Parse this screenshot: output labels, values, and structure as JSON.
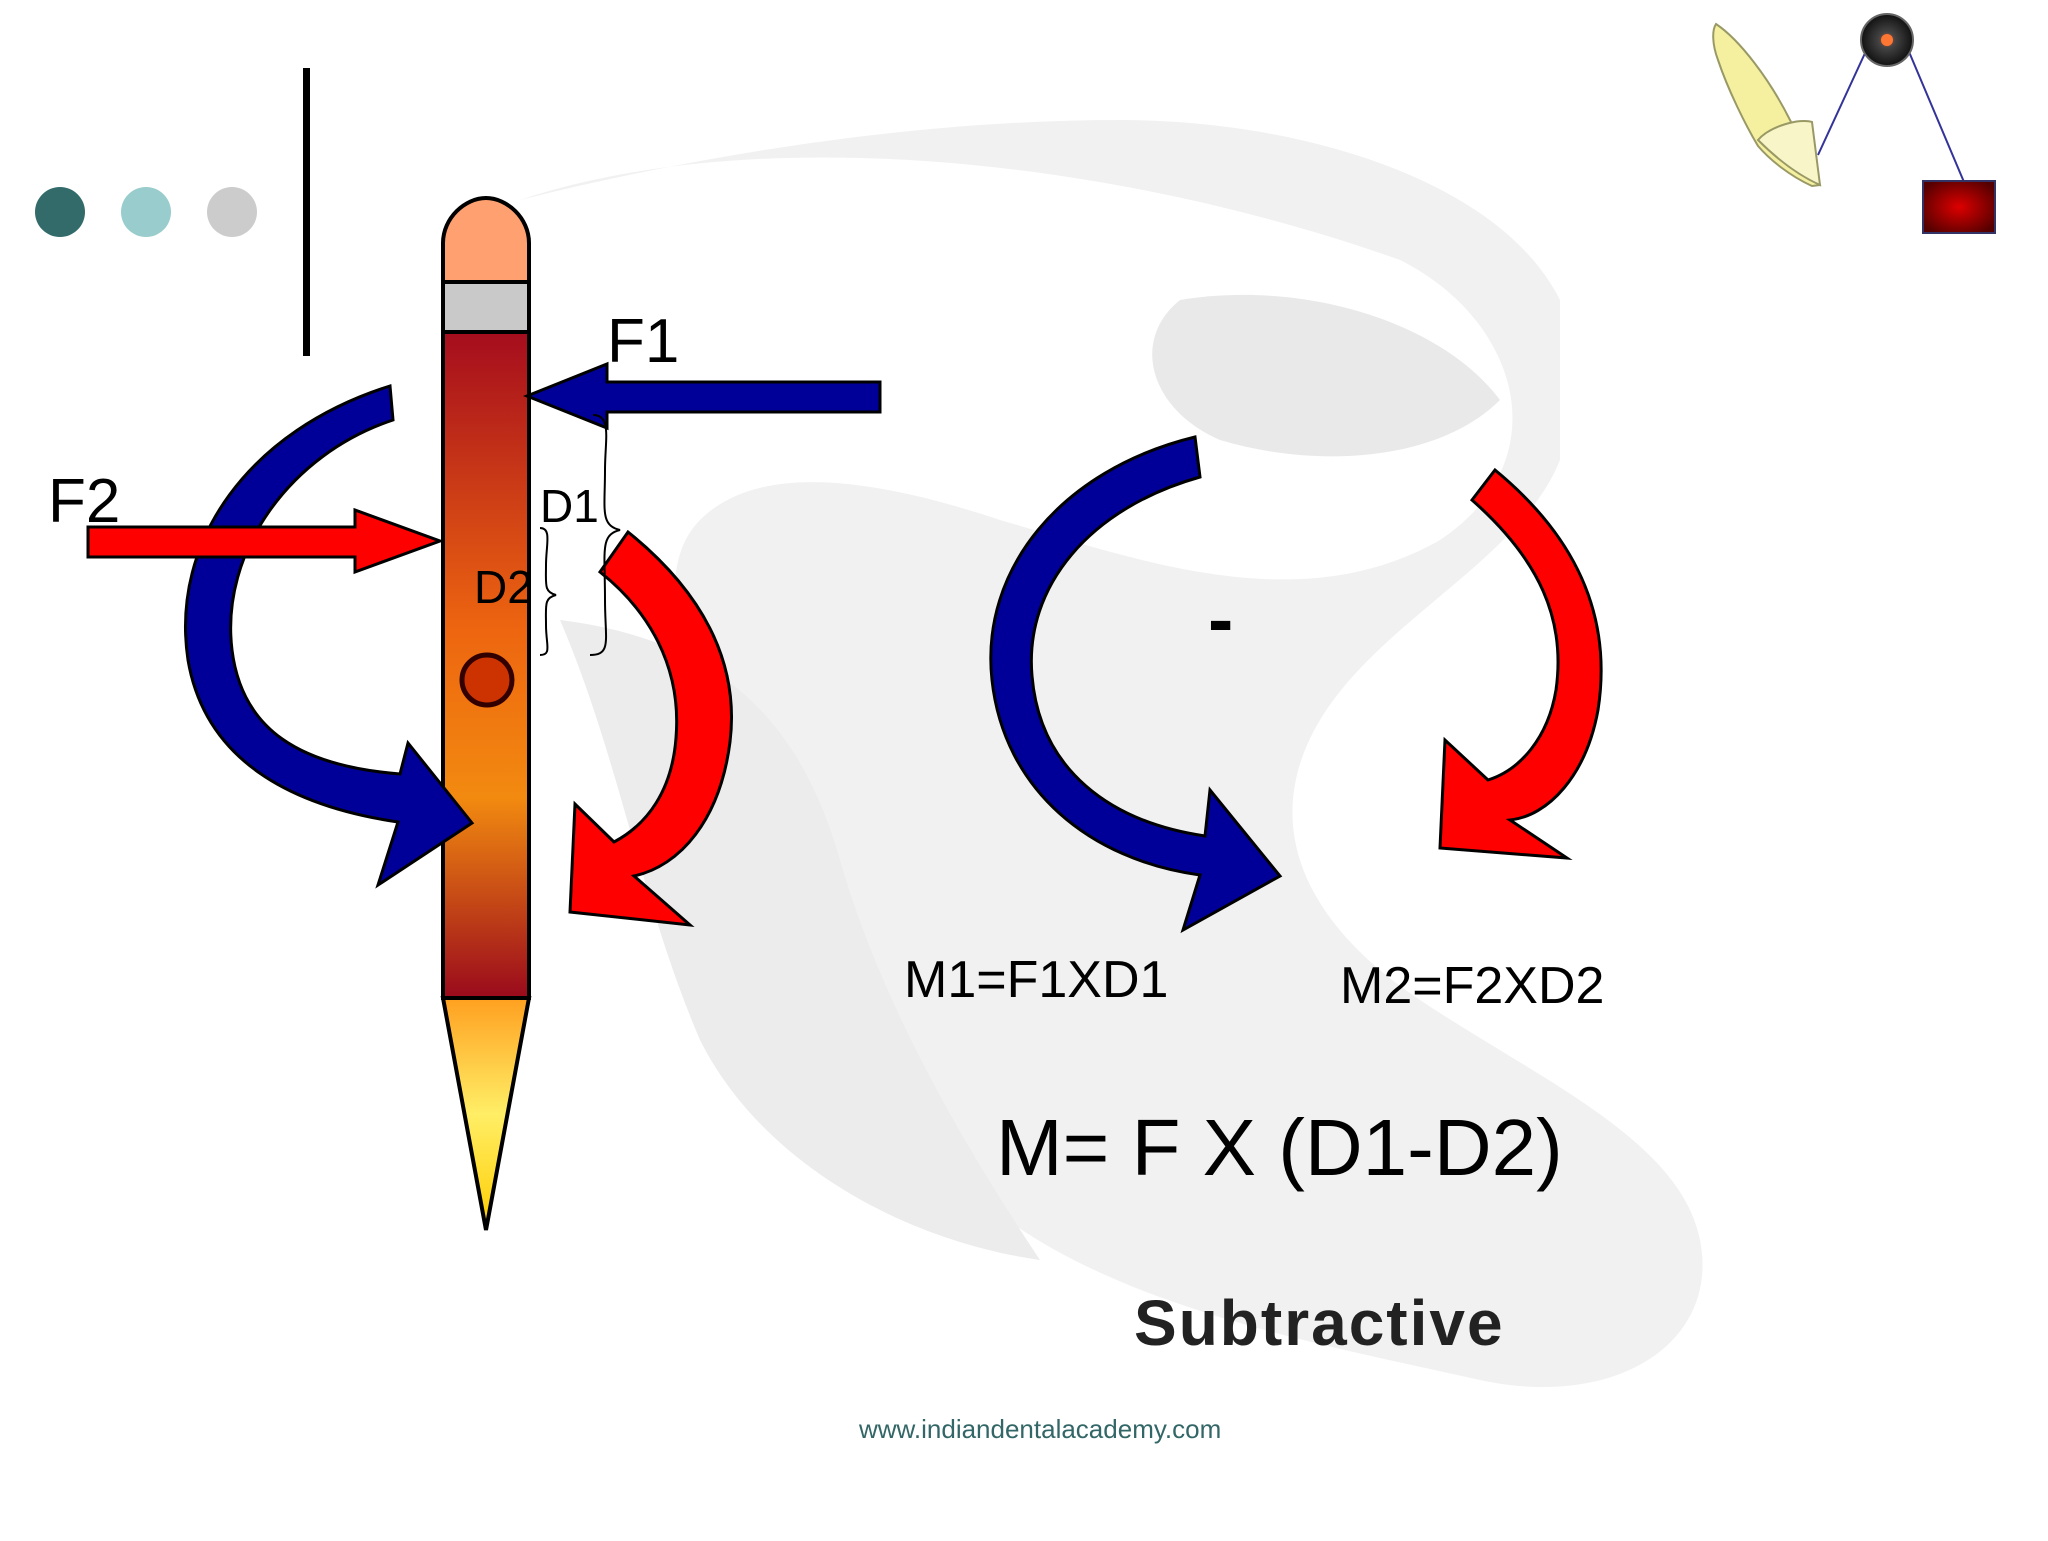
{
  "labels": {
    "f1": "F1",
    "f2": "F2",
    "d1": "D1",
    "d2": "D2",
    "minus": "-",
    "m1": "M1=F1XD1",
    "m2": "M2=F2XD2",
    "formula": "M= F X (D1-D2)",
    "subtitle": "Subtractive",
    "website": "www.indiandentalacademy.com"
  },
  "colors": {
    "blue_arrow": "#000099",
    "red_arrow": "#ff0000",
    "dot_dark": "#336b6b",
    "dot_light": "#99cccc",
    "dot_gray": "#cccccc",
    "website_text": "#336666"
  },
  "icons": {
    "logo": "tooth-pulley-weight-logo"
  }
}
